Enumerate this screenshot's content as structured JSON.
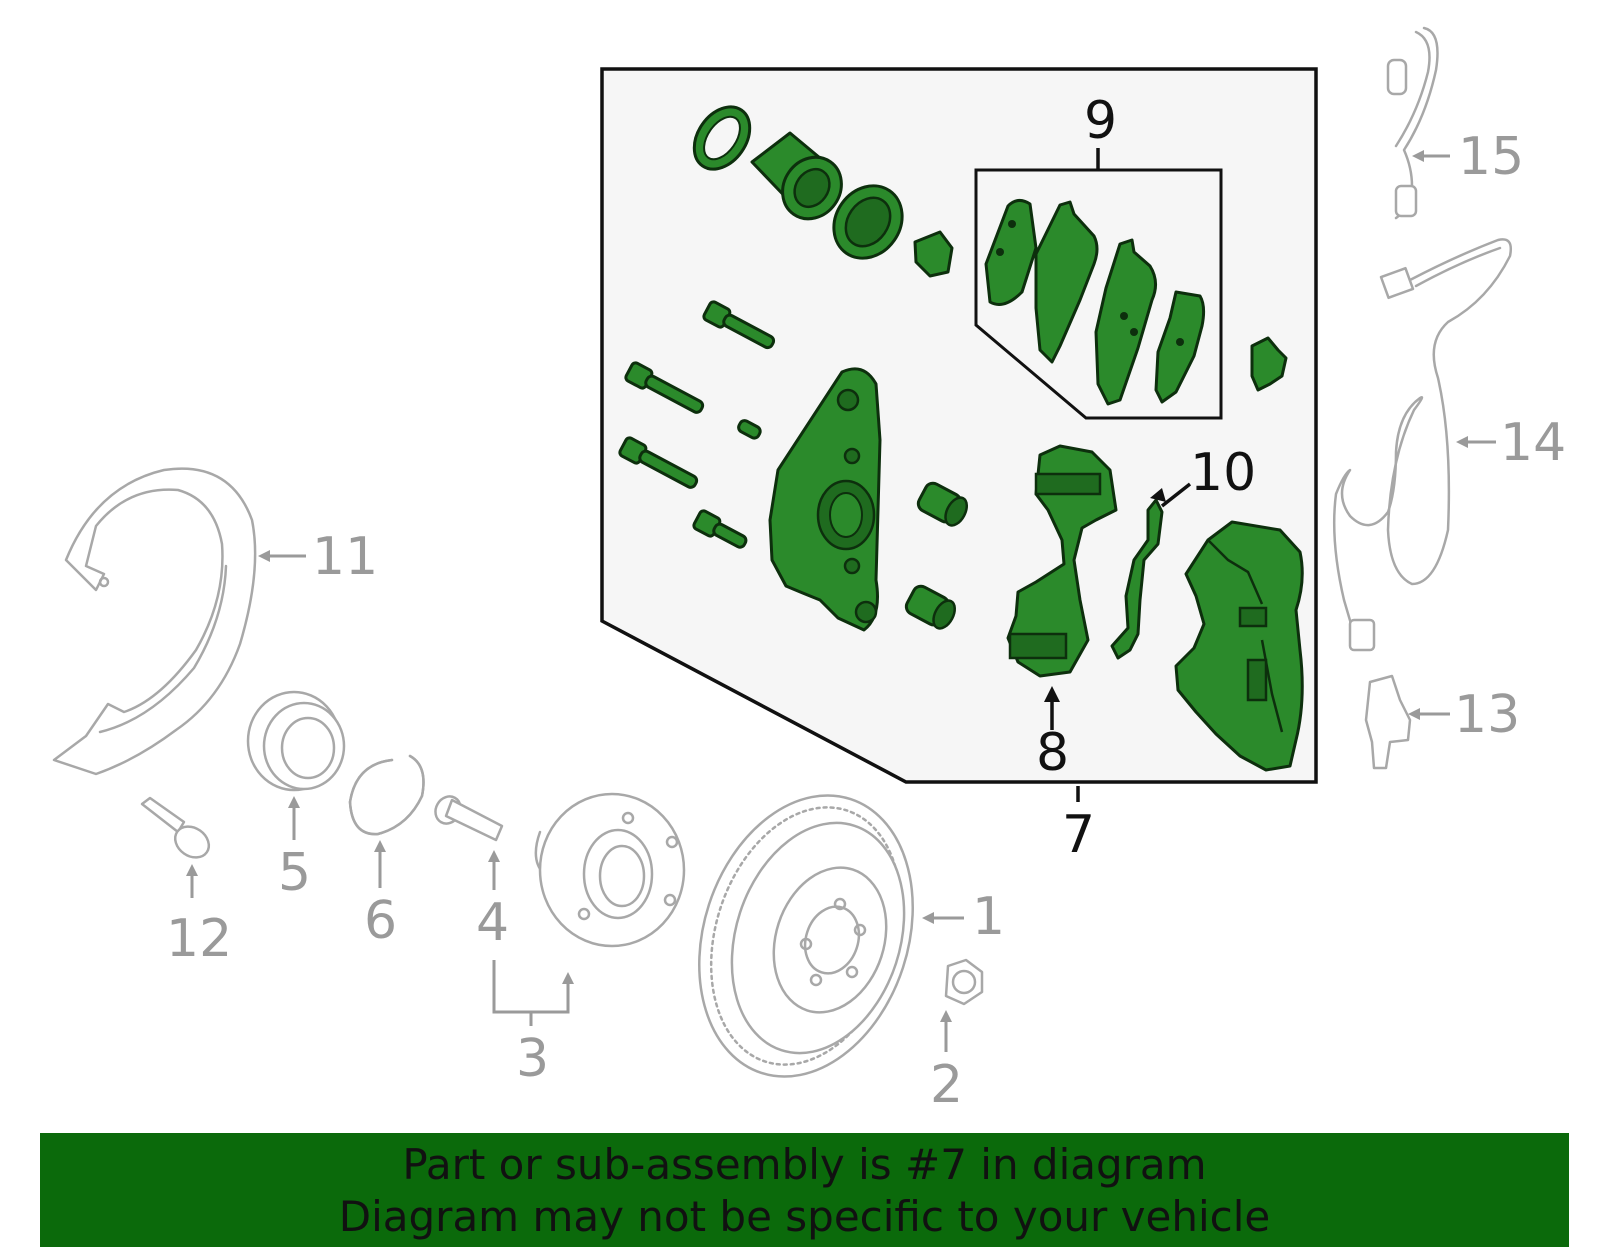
{
  "callouts": {
    "c1": "1",
    "c2": "2",
    "c3": "3",
    "c4": "4",
    "c5": "5",
    "c6": "6",
    "c7": "7",
    "c8": "8",
    "c9": "9",
    "c10": "10",
    "c11": "11",
    "c12": "12",
    "c13": "13",
    "c14": "14",
    "c15": "15"
  },
  "notice": {
    "line1": "Part or sub-assembly is #7 in diagram",
    "line2": "Diagram may not be specific to your vehicle"
  },
  "colors": {
    "highlight": "#2b8a2b",
    "banner": "#0b6a0b",
    "inactive": "#a8a8a8"
  }
}
